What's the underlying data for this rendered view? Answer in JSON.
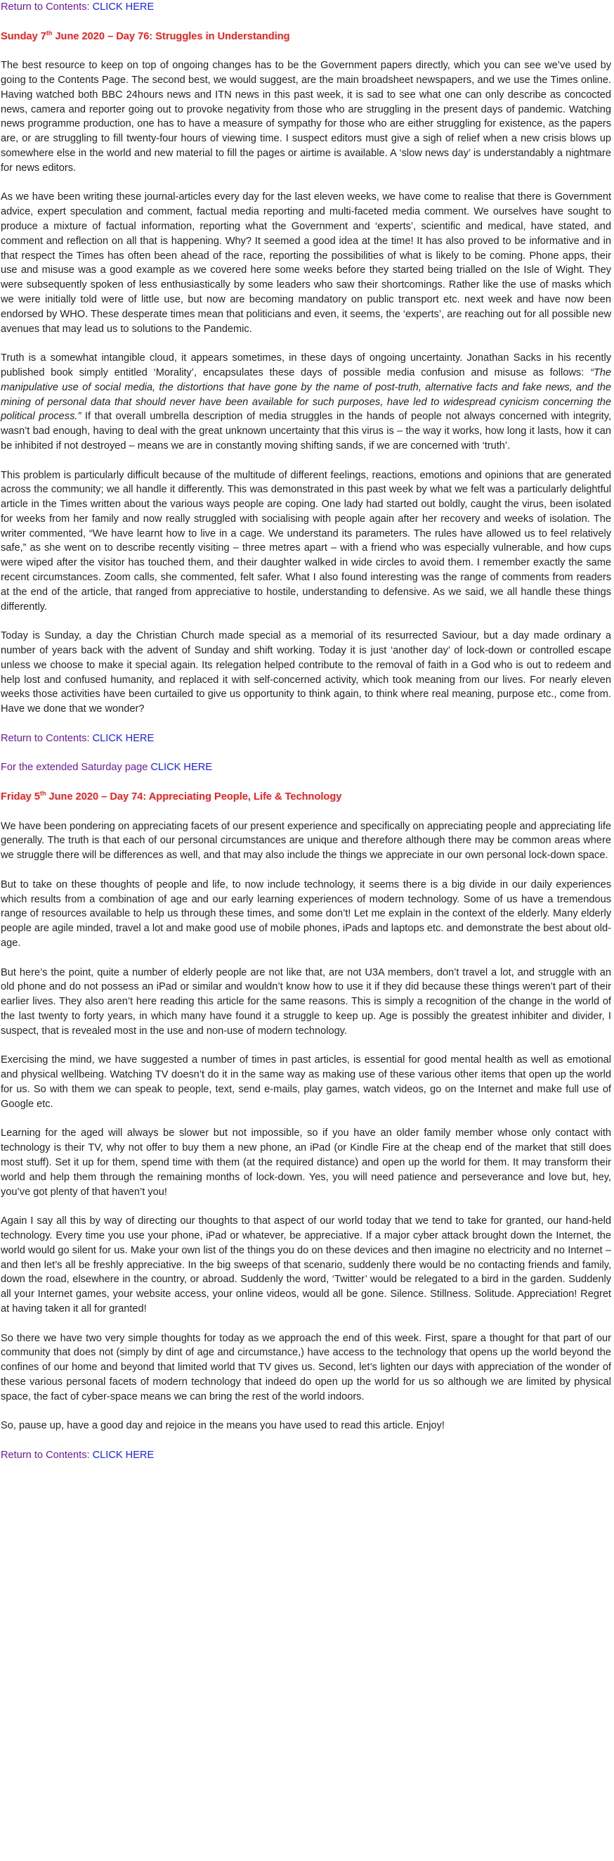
{
  "nav": {
    "return_text": "Return to Contents:",
    "click_here": "CLICK HERE",
    "saturday_text": "For the extended Saturday page"
  },
  "entry1": {
    "title_pre": "Sunday 7",
    "title_sup": "th",
    "title_post": " June 2020 – Day 76: Struggles in Understanding",
    "p1": "The best resource to keep on top of ongoing changes has to be the Government papers directly, which you can see we’ve used by going to the Contents Page.  The second best, we would suggest, are the main broadsheet newspapers, and we use the Times online. Having watched both BBC 24hours news and ITN news in this past week, it is sad to see what one can only describe as concocted news, camera and reporter going out to provoke negativity from those who are struggling in the present days of pandemic. Watching news programme production, one has to have a measure of sympathy for those who are either struggling for existence, as the papers are, or are struggling to fill twenty-four hours of viewing time. I suspect editors must give a sigh of relief when a new crisis blows up somewhere else in the world and new material to fill the pages or airtime is available. A ‘slow news day’ is understandably a nightmare for news editors.",
    "p2": "As we have been writing these journal-articles every day for the last eleven weeks, we have come to realise that there is Government advice, expert speculation and comment, factual media reporting and multi-faceted media comment. We ourselves have sought to produce a mixture of factual information, reporting what the Government and ‘experts’, scientific and medical, have stated, and comment and reflection on all that is happening. Why? It seemed a good idea at the time! It has also proved to be informative and in that respect the Times has often been ahead of the race, reporting the possibilities of what is likely to be coming.   Phone apps, their use and misuse was a good example as we covered here some weeks before they started being trialled on the Isle of Wight. They were subsequently spoken of less enthusiastically by some leaders who saw their shortcomings. Rather like the use of masks which we were initially told were of little use, but now are becoming mandatory on public transport etc. next week and have now been endorsed by WHO. These desperate times mean that politicians and even, it seems, the ‘experts’, are reaching out for all possible new avenues that may lead us to solutions to the Pandemic.",
    "p3_a": "Truth is a somewhat intangible cloud, it appears sometimes, in these days of ongoing uncertainty. Jonathan Sacks in his recently published book simply entitled ‘Morality’, encapsulates these days of possible media confusion and misuse as follows: ",
    "p3_quote": "“The manipulative use of social media, the distortions that have gone by the name of post-truth, alternative facts and fake news, and the mining of personal data that should never have been available for such purposes, have led to widespread cynicism concerning the political process.”",
    "p3_b": " If that overall umbrella description of media struggles in the hands of people not always concerned with integrity, wasn’t bad enough, having to deal with the great unknown uncertainty that this virus is – the way it works, how long it lasts, how it can be inhibited if not destroyed – means we are in constantly moving shifting sands, if we are concerned with ‘truth’.",
    "p4": "This problem is particularly difficult because of the multitude of different feelings, reactions, emotions and opinions that are generated across the community; we all handle it differently. This was demonstrated in this past week by what we felt was a particularly delightful article in the Times written about the various ways people are coping. One lady had started out boldly, caught the virus, been isolated for weeks from her family and now really struggled with socialising with people again after her recovery and weeks of isolation.  The writer commented, “We have learnt how to live in a cage. We understand its parameters. The rules have allowed us to feel relatively safe,” as she went on to describe recently visiting – three metres apart – with a friend who was especially vulnerable, and how cups were wiped after the visitor has touched them, and their daughter walked in wide circles to avoid them. I remember exactly the same recent circumstances. Zoom calls, she commented, felt safer. What I also found interesting was the range of comments from readers at the end of the article, that ranged from appreciative to hostile, understanding to defensive. As we said, we all handle these things differently.",
    "p5": "Today is Sunday, a day the Christian Church made special as a memorial of its resurrected Saviour, but a day made ordinary a number of years back with the advent of Sunday and shift working. Today it is just ‘another day’ of lock-down or controlled escape unless we choose to make it special again. Its relegation helped contribute to the removal of faith in a God who is out to redeem and help lost and confused humanity, and replaced it with self-concerned activity, which took meaning from our lives. For nearly eleven weeks those activities have been curtailed to give us opportunity to think again, to think where real meaning, purpose etc., come from. Have we done that we wonder?"
  },
  "entry2": {
    "title_pre": "Friday 5",
    "title_sup": "th",
    "title_post": " June 2020 – Day 74: Appreciating People, Life & Technology",
    "p1": "We have been pondering on appreciating facets of our present experience and specifically on appreciating people and appreciating life generally.   The truth is that each of our personal circumstances are unique and therefore although there may be common areas where we struggle there will be differences as well, and that may also include the things we appreciate in our own personal lock-down space.",
    "p2": "But to take on these thoughts of people and life, to now include technology, it seems there is a big divide in our daily experiences which results from a combination of age and our early learning experiences of modern technology. Some of us have a tremendous range of resources available to help us through these times, and some don’t! Let me explain in the context of the elderly.    Many elderly people are agile minded, travel a lot and make good use of mobile phones, iPads and laptops etc. and demonstrate the best about old-age.",
    "p3": "But here’s the point, quite a number of elderly people are not like that, are not U3A members, don’t travel a lot, and struggle with an old phone and do not possess an iPad or similar and wouldn’t know how to use it if they did because these things weren’t part of their earlier lives. They also aren’t here reading this article for the same reasons. This is simply a recognition of the change in the world of the last twenty to forty years, in which many have found it a struggle to keep up. Age is possibly the greatest inhibiter and divider, I suspect, that is revealed most in the use and non-use of modern technology.",
    "p4": "Exercising the mind, we have suggested a number of times in past articles, is essential for good mental health as well as emotional and physical wellbeing. Watching TV doesn’t do it in the same way as making use of these various other items that open up the world for us.  So with them we can speak to people, text, send e-mails, play games, watch videos, go on the Internet and make full use of Google etc.",
    "p5": "Learning for the aged will always be slower but not impossible, so if you have an older family member whose only contact with technology is their TV, why not offer to buy them a new phone, an iPad (or Kindle Fire at the cheap end of the market that still does most stuff). Set it up for them, spend time with them (at the required distance) and open up the world for them. It may transform their world and help them through the remaining months of lock-down. Yes, you will need patience and perseverance and love but, hey, you’ve got plenty of that haven’t you!",
    "p6": "Again I say all this by way of directing our thoughts to that aspect of our world today that we tend to take for granted, our hand-held technology. Every time you use your phone, iPad or whatever, be appreciative. If a major cyber attack brought down the Internet, the world would go silent for us. Make your own list of the things you do on these devices and then imagine no electricity and no Internet – and then let’s all be freshly appreciative. In the big sweeps of that scenario, suddenly there would be no contacting friends and family, down the road, elsewhere in the country, or abroad. Suddenly the word, ‘Twitter’ would be relegated to a bird in the garden. Suddenly all your Internet games, your website access, your online videos, would all be gone. Silence. Stillness. Solitude.   Appreciation!   Regret at having taken it all for granted!",
    "p7": "So there we have two very simple thoughts for today as we approach the end of this week. First, spare a thought for that part of our community that does not (simply by dint of age and circumstance,) have access to the technology that opens up the world beyond the confines of our home and beyond that limited world that TV gives us. Second, let’s lighten our days with appreciation of the wonder of these various personal facets of modern technology that indeed do open up the world for us so although we are limited by physical space, the fact of cyber-space means we can bring the rest of the world indoors.",
    "p8": "So, pause up, have a good day and rejoice in the means you have used to read this article. Enjoy!"
  }
}
